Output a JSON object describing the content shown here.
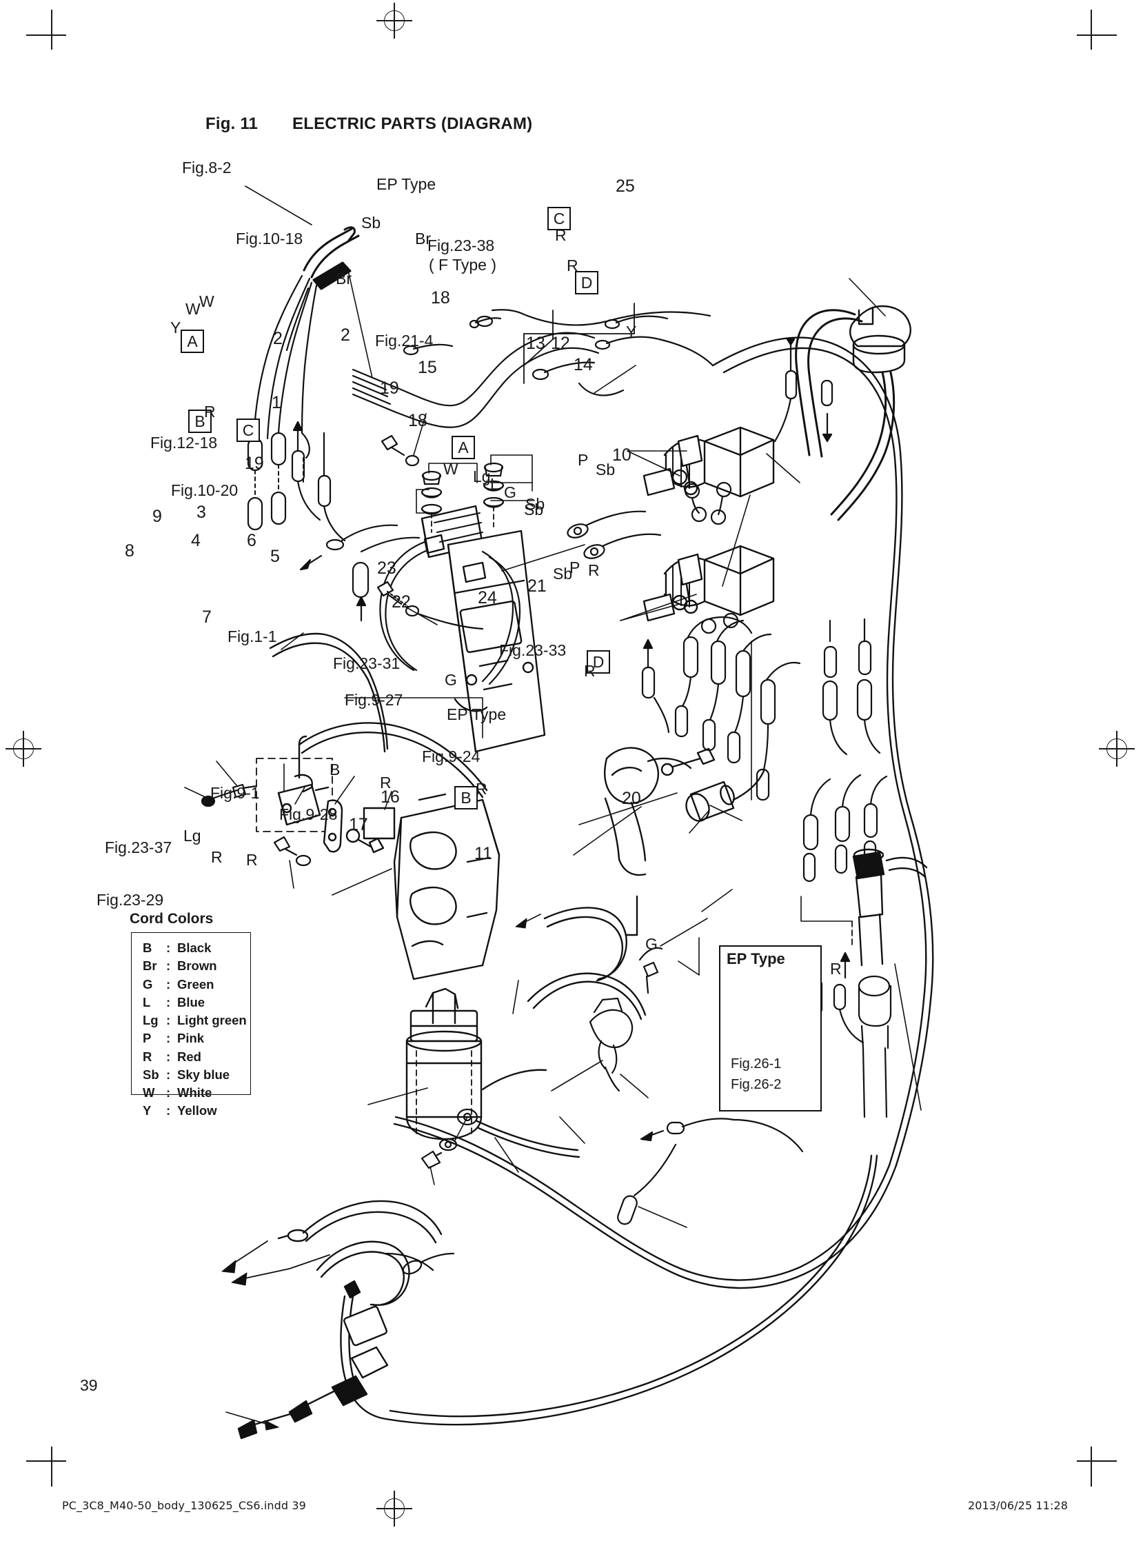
{
  "header": {
    "fig_number": "Fig. 11",
    "title": "ELECTRIC PARTS (DIAGRAM)"
  },
  "legend": {
    "title": "Cord Colors",
    "rows": [
      {
        "code": "B",
        "sep": ":",
        "name": "Black"
      },
      {
        "code": "Br",
        "sep": ":",
        "name": "Brown"
      },
      {
        "code": "G",
        "sep": ":",
        "name": "Green"
      },
      {
        "code": "L",
        "sep": ":",
        "name": "Blue"
      },
      {
        "code": "Lg",
        "sep": ":",
        "name": "Light green"
      },
      {
        "code": "P",
        "sep": ":",
        "name": "Pink"
      },
      {
        "code": "R",
        "sep": ":",
        "name": "Red"
      },
      {
        "code": "Sb",
        "sep": ":",
        "name": "Sky blue"
      },
      {
        "code": "W",
        "sep": ":",
        "name": "White"
      },
      {
        "code": "Y",
        "sep": ":",
        "name": "Yellow"
      }
    ]
  },
  "ep_inset": {
    "title": "EP Type",
    "ref1": "Fig.26-1",
    "ref2": "Fig.26-2"
  },
  "fig_refs": {
    "r1": "Fig.8-2",
    "r2": "Fig.10-18",
    "r3": "Fig.23-38",
    "r4": "( F Type )",
    "r5": "Fig.21-4",
    "r6": "Fig.12-18",
    "r7": "Fig.10-20",
    "r8": "Fig.1-1",
    "r9": "Fig.23-31",
    "r10": "Fig.9-27",
    "r11": "Fig.9-24",
    "r12": "Fig.23-33",
    "r13": "Fig.9-1",
    "r14": "Fig.9-28",
    "r15": "Fig.23-37",
    "r16": "Fig.23-29"
  },
  "type_labels": {
    "t1": "EP Type",
    "t2": "EP Type"
  },
  "callouts": [
    {
      "id": "c1",
      "text": "1"
    },
    {
      "id": "c2a",
      "text": "2"
    },
    {
      "id": "c2b",
      "text": "2"
    },
    {
      "id": "c3",
      "text": "3"
    },
    {
      "id": "c4",
      "text": "4"
    },
    {
      "id": "c5",
      "text": "5"
    },
    {
      "id": "c6",
      "text": "6"
    },
    {
      "id": "c7",
      "text": "7"
    },
    {
      "id": "c8",
      "text": "8"
    },
    {
      "id": "c9",
      "text": "9"
    },
    {
      "id": "c10",
      "text": "10"
    },
    {
      "id": "c11",
      "text": "11"
    },
    {
      "id": "c12",
      "text": "12"
    },
    {
      "id": "c13",
      "text": "13"
    },
    {
      "id": "c14",
      "text": "14"
    },
    {
      "id": "c15",
      "text": "15"
    },
    {
      "id": "c16",
      "text": "16"
    },
    {
      "id": "c17",
      "text": "17"
    },
    {
      "id": "c18a",
      "text": "18"
    },
    {
      "id": "c18b",
      "text": "18"
    },
    {
      "id": "c19a",
      "text": "19"
    },
    {
      "id": "c19b",
      "text": "19"
    },
    {
      "id": "c20",
      "text": "20"
    },
    {
      "id": "c21",
      "text": "21"
    },
    {
      "id": "c22",
      "text": "22"
    },
    {
      "id": "c23",
      "text": "23"
    },
    {
      "id": "c24",
      "text": "24"
    },
    {
      "id": "c25",
      "text": "25"
    }
  ],
  "connector_boxes": [
    {
      "id": "bA1",
      "letter": "A"
    },
    {
      "id": "bA2",
      "letter": "A"
    },
    {
      "id": "bB1",
      "letter": "B"
    },
    {
      "id": "bB2",
      "letter": "B"
    },
    {
      "id": "bC1",
      "letter": "C"
    },
    {
      "id": "bC2",
      "letter": "C"
    },
    {
      "id": "bD1",
      "letter": "D"
    },
    {
      "id": "bD2",
      "letter": "D"
    }
  ],
  "cord_markers": [
    {
      "id": "m01",
      "text": "Sb"
    },
    {
      "id": "m02",
      "text": "Br"
    },
    {
      "id": "m03",
      "text": "Br"
    },
    {
      "id": "m04",
      "text": "W"
    },
    {
      "id": "m05",
      "text": "W"
    },
    {
      "id": "m06",
      "text": "Y"
    },
    {
      "id": "m07",
      "text": "Y"
    },
    {
      "id": "m08",
      "text": "R"
    },
    {
      "id": "m09",
      "text": "R"
    },
    {
      "id": "m10",
      "text": "R"
    },
    {
      "id": "m11",
      "text": "R"
    },
    {
      "id": "m12",
      "text": "R"
    },
    {
      "id": "m13",
      "text": "R"
    },
    {
      "id": "m14",
      "text": "R"
    },
    {
      "id": "m15",
      "text": "R"
    },
    {
      "id": "m16",
      "text": "W"
    },
    {
      "id": "m17",
      "text": "Lg"
    },
    {
      "id": "m18",
      "text": "L"
    },
    {
      "id": "m19",
      "text": "G"
    },
    {
      "id": "m20",
      "text": "G"
    },
    {
      "id": "m21",
      "text": "Sb"
    },
    {
      "id": "m22",
      "text": "Sb"
    },
    {
      "id": "m23",
      "text": "P"
    },
    {
      "id": "m24",
      "text": "Sb"
    },
    {
      "id": "m25",
      "text": "P"
    },
    {
      "id": "m26",
      "text": "Sb"
    },
    {
      "id": "m27",
      "text": "B"
    },
    {
      "id": "m28",
      "text": "G"
    },
    {
      "id": "m29",
      "text": "Lg"
    }
  ],
  "footer": {
    "page_number": "39",
    "file_name": "PC_3C8_M40-50_body_130625_CS6.indd   39",
    "timestamp": "2013/06/25   11:28"
  }
}
